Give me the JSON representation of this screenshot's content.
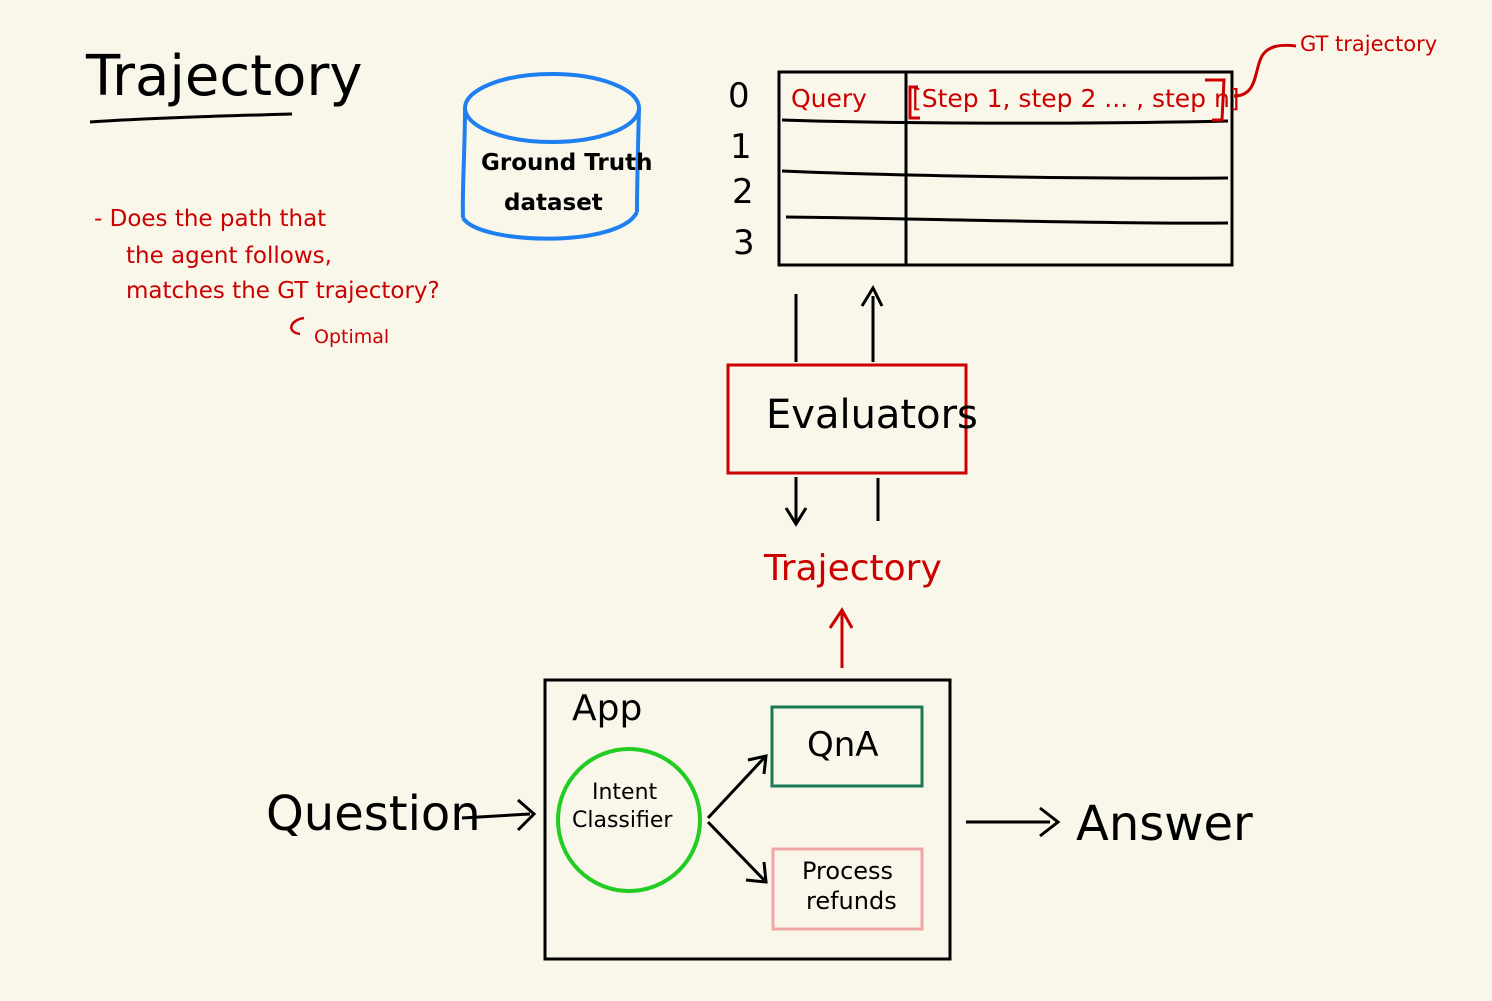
{
  "title": "Trajectory",
  "note": {
    "line1": "- Does the path that",
    "line2": "the agent follows,",
    "line3": "matches the GT trajectory?",
    "sub": "Optimal"
  },
  "db_label_1": "Ground Truth",
  "db_label_2": "dataset",
  "table": {
    "row_indices": [
      "0",
      "1",
      "2",
      "3"
    ],
    "header_query": "Query",
    "header_steps": "[Step 1, step 2 ... , step n]",
    "callout": "GT trajectory"
  },
  "evaluators": "Evaluators",
  "trajectory_label": "Trajectory",
  "app": {
    "label": "App",
    "intent_1": "Intent",
    "intent_2": "Classifier",
    "qna": "QnA",
    "refund_1": "Process",
    "refund_2": "refunds"
  },
  "question": "Question",
  "answer": "Answer",
  "colors": {
    "red": "#cc0000",
    "blue": "#1e7ff0",
    "green": "#22cc22",
    "teal": "#1a7a55",
    "pink": "#f2a5a5",
    "background": "#f9f6ea"
  }
}
